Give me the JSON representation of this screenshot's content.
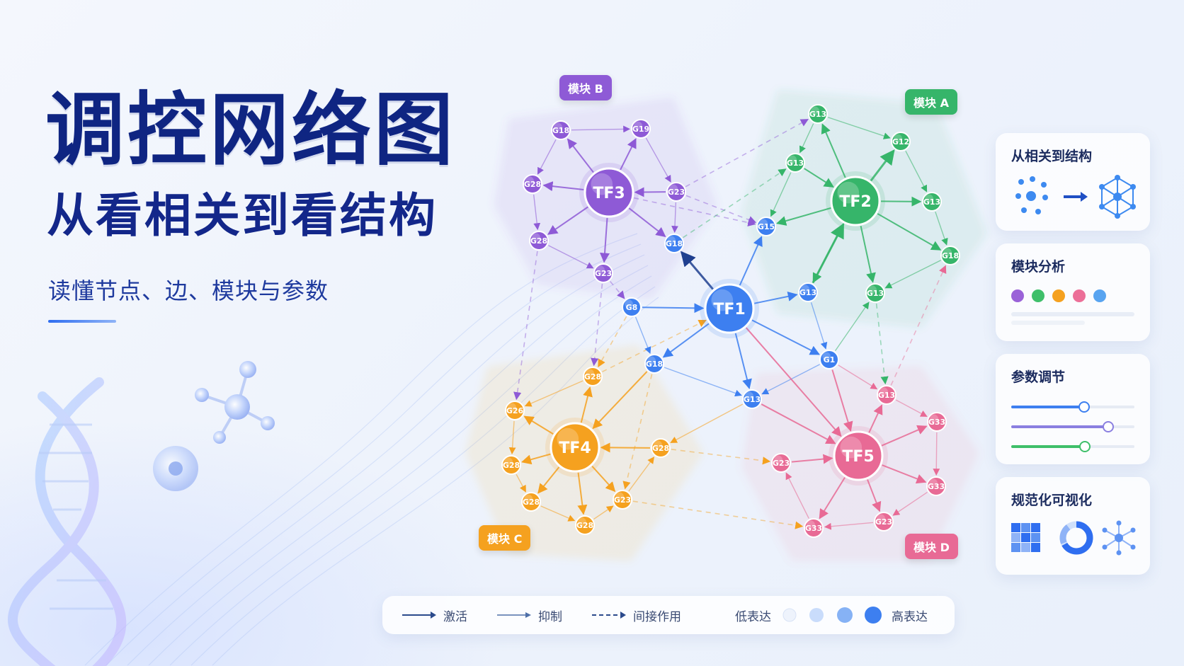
{
  "hero": {
    "title": "调控网络图",
    "subtitle": "从看相关到看结构",
    "description": "读懂节点、边、模块与参数"
  },
  "modules": [
    {
      "id": "B",
      "label": "模块 B",
      "color": "#8e5ad6"
    },
    {
      "id": "A",
      "label": "模块 A",
      "color": "#36b56a"
    },
    {
      "id": "C",
      "label": "模块 C",
      "color": "#f5a11f"
    },
    {
      "id": "D",
      "label": "模块 D",
      "color": "#e86a95"
    }
  ],
  "network": {
    "hubs": [
      {
        "id": "TF1",
        "label": "TF1",
        "module": "center"
      },
      {
        "id": "TF2",
        "label": "TF2",
        "module": "A"
      },
      {
        "id": "TF3",
        "label": "TF3",
        "module": "B"
      },
      {
        "id": "TF4",
        "label": "TF4",
        "module": "C"
      },
      {
        "id": "TF5",
        "label": "TF5",
        "module": "D"
      }
    ],
    "genes": [
      {
        "id": "b1",
        "label": "G18",
        "module": "B"
      },
      {
        "id": "b2",
        "label": "G19",
        "module": "B"
      },
      {
        "id": "b3",
        "label": "G28",
        "module": "B"
      },
      {
        "id": "b4",
        "label": "G23",
        "module": "B"
      },
      {
        "id": "b5",
        "label": "G28",
        "module": "B"
      },
      {
        "id": "b6",
        "label": "G23",
        "module": "B"
      },
      {
        "id": "c1",
        "label": "G18",
        "module": "center"
      },
      {
        "id": "c2",
        "label": "G8",
        "module": "center"
      },
      {
        "id": "c3",
        "label": "G15",
        "module": "center"
      },
      {
        "id": "c4",
        "label": "G13",
        "module": "center"
      },
      {
        "id": "c5",
        "label": "G18",
        "module": "center"
      },
      {
        "id": "c6",
        "label": "G1",
        "module": "center"
      },
      {
        "id": "c7",
        "label": "G13",
        "module": "center"
      },
      {
        "id": "a1",
        "label": "G13",
        "module": "A"
      },
      {
        "id": "a2",
        "label": "G12",
        "module": "A"
      },
      {
        "id": "a3",
        "label": "G13",
        "module": "A"
      },
      {
        "id": "a4",
        "label": "G13",
        "module": "A"
      },
      {
        "id": "a5",
        "label": "G18",
        "module": "A"
      },
      {
        "id": "a6",
        "label": "G13",
        "module": "A"
      },
      {
        "id": "o1",
        "label": "G28",
        "module": "C"
      },
      {
        "id": "o2",
        "label": "G26",
        "module": "C"
      },
      {
        "id": "o3",
        "label": "G28",
        "module": "C"
      },
      {
        "id": "o4",
        "label": "G28",
        "module": "C"
      },
      {
        "id": "o5",
        "label": "G28",
        "module": "C"
      },
      {
        "id": "o6",
        "label": "G23",
        "module": "C"
      },
      {
        "id": "o7",
        "label": "G28",
        "module": "C"
      },
      {
        "id": "d1",
        "label": "G13",
        "module": "D"
      },
      {
        "id": "d2",
        "label": "G33",
        "module": "D"
      },
      {
        "id": "d3",
        "label": "G23",
        "module": "D"
      },
      {
        "id": "d4",
        "label": "G33",
        "module": "D"
      },
      {
        "id": "d5",
        "label": "G33",
        "module": "D"
      },
      {
        "id": "d6",
        "label": "G23",
        "module": "D"
      }
    ]
  },
  "cards": [
    {
      "title": "从相关到结构"
    },
    {
      "title": "模块分析",
      "dot_colors": [
        "#9a62d8",
        "#3fbf6a",
        "#f5a11f",
        "#ec6f98",
        "#58a4f0"
      ]
    },
    {
      "title": "参数调节",
      "slider_colors": [
        "#3d7ff0",
        "#8a7fe0",
        "#3fbf6a"
      ],
      "slider_levels": [
        0.59,
        0.79,
        0.6
      ]
    },
    {
      "title": "规范化可视化"
    }
  ],
  "legend": {
    "activate": "激活",
    "inhibit": "抑制",
    "indirect": "间接作用",
    "low": "低表达",
    "high": "高表达"
  },
  "colors": {
    "title": "#0f2582",
    "accent": "#2f6ef0",
    "center": "#3d7ff0",
    "moduleA": "#36b56a",
    "moduleB": "#8e5ad6",
    "moduleC": "#f5a11f",
    "moduleD": "#e86a95"
  }
}
